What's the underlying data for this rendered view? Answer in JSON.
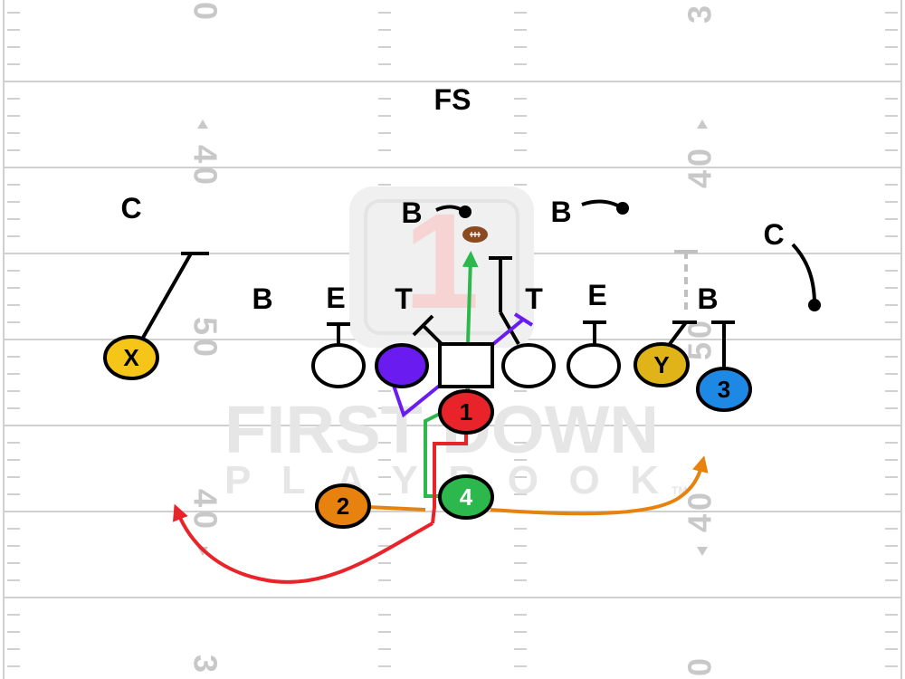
{
  "field": {
    "yard_numbers": [
      {
        "text": "0",
        "rot": 90
      },
      {
        "text": "3",
        "rot": -90
      },
      {
        "text": "40",
        "rot": 90
      },
      {
        "text": "40",
        "rot": -90
      },
      {
        "text": "50",
        "rot": 90
      },
      {
        "text": "50",
        "rot": -90
      },
      {
        "text": "40",
        "rot": 90
      },
      {
        "text": "40",
        "rot": -90
      },
      {
        "text": "3",
        "rot": 90
      },
      {
        "text": "0",
        "rot": -90
      }
    ]
  },
  "watermark": {
    "line1": "FIRST DOWN",
    "line2": "PLAYBOOK",
    "trademark": "TM",
    "logo_number": "1"
  },
  "defense": [
    {
      "id": "fs",
      "label": "FS"
    },
    {
      "id": "c-left",
      "label": "C"
    },
    {
      "id": "c-right",
      "label": "C"
    },
    {
      "id": "b-deep-left",
      "label": "B"
    },
    {
      "id": "b-deep-right",
      "label": "B"
    },
    {
      "id": "b-outside-left",
      "label": "B"
    },
    {
      "id": "e-left",
      "label": "E"
    },
    {
      "id": "t-left",
      "label": "T"
    },
    {
      "id": "t-right",
      "label": "T"
    },
    {
      "id": "e-right",
      "label": "E"
    },
    {
      "id": "b-outside-right",
      "label": "B"
    }
  ],
  "offense": [
    {
      "id": "x",
      "label": "X",
      "fill": "#f5c518",
      "text_color": "#000000"
    },
    {
      "id": "y",
      "label": "Y",
      "fill": "#e0b418",
      "text_color": "#000000"
    },
    {
      "id": "three",
      "label": "3",
      "fill": "#1e88e5",
      "text_color": "#000000"
    },
    {
      "id": "one",
      "label": "1",
      "fill": "#e8242a",
      "text_color": "#000000"
    },
    {
      "id": "two",
      "label": "2",
      "fill": "#e8820e",
      "text_color": "#000000"
    },
    {
      "id": "four",
      "label": "4",
      "fill": "#2db84d",
      "text_color": "#ffffff"
    },
    {
      "id": "lt",
      "label": "",
      "fill": "#ffffff",
      "text_color": "#000000"
    },
    {
      "id": "lg",
      "label": "",
      "fill": "#6a1cf0",
      "text_color": "#000000"
    },
    {
      "id": "center",
      "label": "",
      "fill": "#ffffff",
      "text_color": "#000000"
    },
    {
      "id": "rg",
      "label": "",
      "fill": "#ffffff",
      "text_color": "#000000"
    },
    {
      "id": "rt",
      "label": "",
      "fill": "#ffffff",
      "text_color": "#000000"
    }
  ],
  "colors": {
    "green_route": "#2db84d",
    "red_route": "#e8242a",
    "orange_route": "#e8820e",
    "purple_block": "#6a1cf0",
    "block": "#000000",
    "yard_line": "#d0d0d0"
  },
  "icons": {
    "ball": "football-icon"
  }
}
